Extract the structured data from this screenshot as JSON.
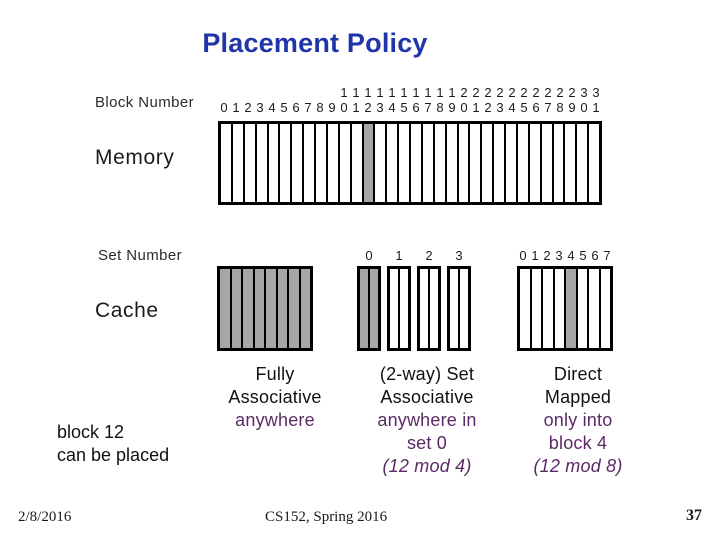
{
  "title": "Placement Policy",
  "colors": {
    "title_blue": "#1F35A8",
    "note_purple": "#5B2A66",
    "highlight_gray": "#A6A6A6"
  },
  "memory": {
    "label": "Memory",
    "block_number_label": "Block Number",
    "num_blocks": 32,
    "highlighted_block": 12,
    "tens_digits": [
      "",
      "",
      "",
      "",
      "",
      "",
      "",
      "",
      "",
      "",
      "1",
      "1",
      "1",
      "1",
      "1",
      "1",
      "1",
      "1",
      "1",
      "1",
      "2",
      "2",
      "2",
      "2",
      "2",
      "2",
      "2",
      "2",
      "2",
      "2",
      "3",
      "3"
    ],
    "ones_digits": [
      "0",
      "1",
      "2",
      "3",
      "4",
      "5",
      "6",
      "7",
      "8",
      "9",
      "0",
      "1",
      "2",
      "3",
      "4",
      "5",
      "6",
      "7",
      "8",
      "9",
      "0",
      "1",
      "2",
      "3",
      "4",
      "5",
      "6",
      "7",
      "8",
      "9",
      "0",
      "1"
    ]
  },
  "cache": {
    "label": "Cache",
    "set_number_label": "Set Number",
    "fully_associative": {
      "num_blocks": 8,
      "highlighted": "all"
    },
    "set_associative": {
      "num_sets": 4,
      "ways": 2,
      "highlighted_set": 0,
      "set_labels": [
        "0",
        "1",
        "2",
        "3"
      ]
    },
    "direct_mapped": {
      "num_blocks": 8,
      "highlighted_block": 4,
      "block_labels": [
        "0",
        "1",
        "2",
        "3",
        "4",
        "5",
        "6",
        "7"
      ]
    }
  },
  "annotations": {
    "left_note_lines": [
      "block 12",
      "can be placed"
    ],
    "columns": [
      {
        "black_lines": [
          "Fully",
          "Associative"
        ],
        "purple_lines": [
          "anywhere"
        ],
        "italic_line": ""
      },
      {
        "black_lines": [
          "(2-way) Set",
          "Associative"
        ],
        "purple_lines": [
          "anywhere in",
          "set 0"
        ],
        "italic_line": "(12 mod 4)"
      },
      {
        "black_lines": [
          "Direct",
          "Mapped"
        ],
        "purple_lines": [
          "only into",
          "block 4"
        ],
        "italic_line": "(12 mod 8)"
      }
    ]
  },
  "footer": {
    "date": "2/8/2016",
    "course": "CS152, Spring 2016",
    "page_number": "37"
  }
}
